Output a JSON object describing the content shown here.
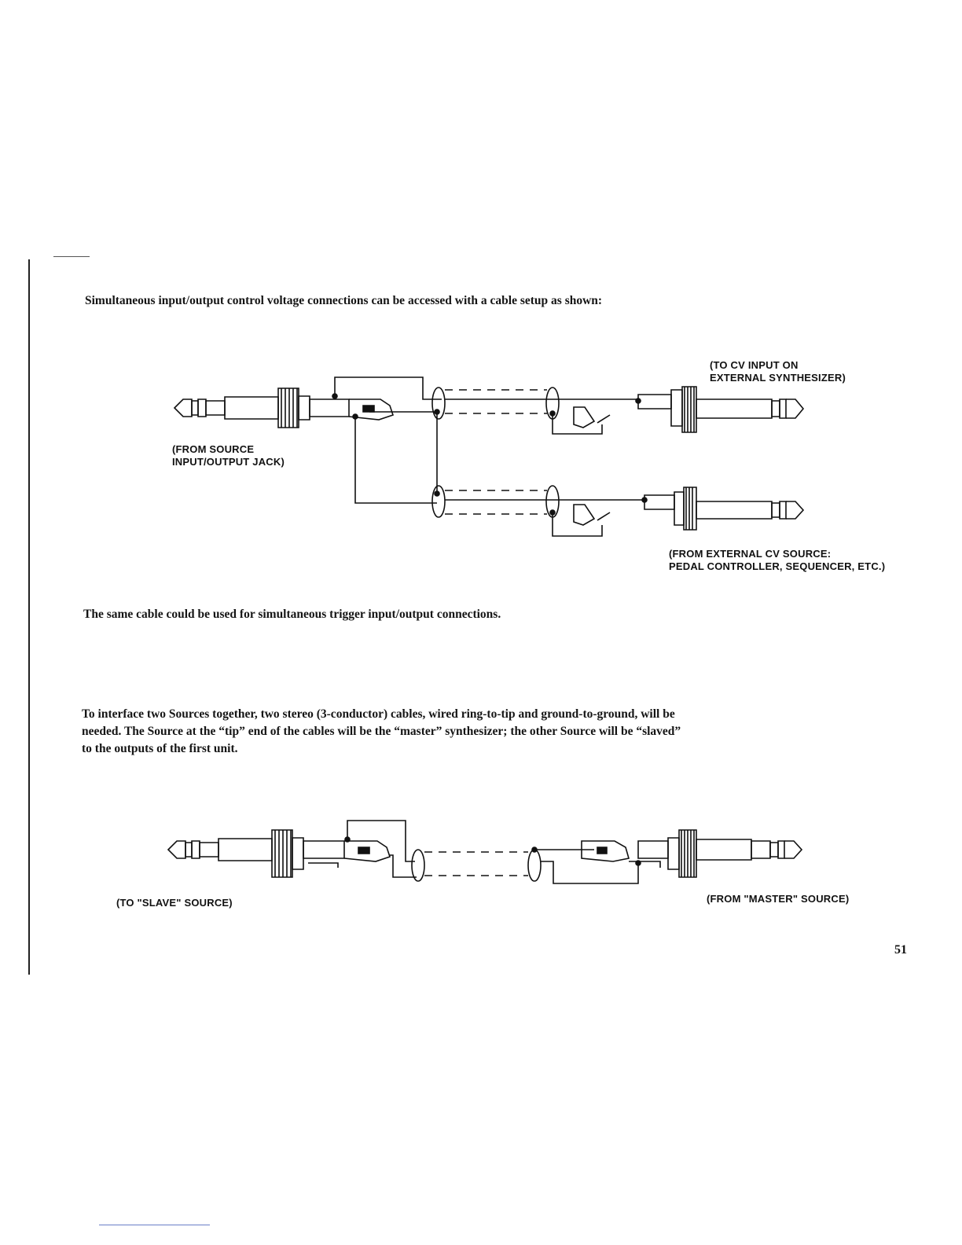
{
  "page": {
    "page_number": "51"
  },
  "paragraphs": {
    "p1": "Simultaneous input/output control voltage connections can be accessed with a cable setup as shown:",
    "p2": "The same cable could be used for simultaneous trigger input/output connections.",
    "p3": "To interface two Sources together, two stereo (3-conductor) cables, wired ring-to-tip and ground-to-ground, will be\nneeded. The Source at the “tip” end of the cables will be the “master” synthesizer; the other Source will be “slaved”\nto the outputs of the first unit."
  },
  "diagram1": {
    "label_to_cv": "(TO CV INPUT ON\nEXTERNAL SYNTHESIZER)",
    "label_from_source": "(FROM SOURCE\nINPUT/OUTPUT JACK)",
    "label_from_ext": "(FROM EXTERNAL CV SOURCE:\nPEDAL CONTROLLER, SEQUENCER, ETC.)"
  },
  "diagram2": {
    "label_slave": "(TO \"SLAVE\" SOURCE)",
    "label_master": "(FROM \"MASTER\" SOURCE)"
  }
}
